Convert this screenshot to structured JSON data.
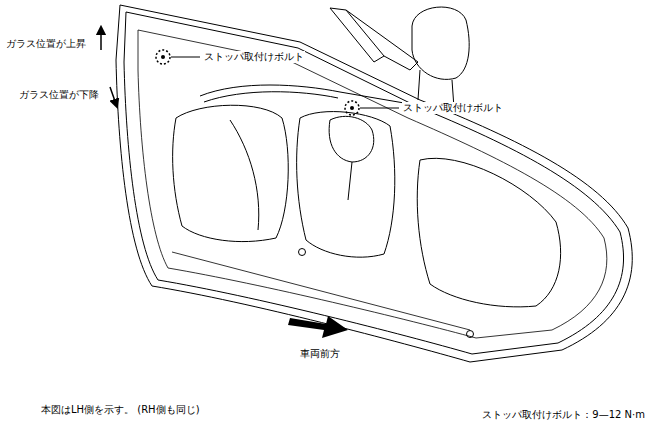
{
  "diagram": {
    "labels": [
      "ガラス位置が上昇",
      "ガラス位置が下降",
      "ストッパ取付けボルト",
      "ストッパ取付けボルト",
      "車両前方",
      "本図はLH側を示す。 (RH側も同じ)",
      "ストッパ取付けボルト：9—12 N·m"
    ]
  }
}
